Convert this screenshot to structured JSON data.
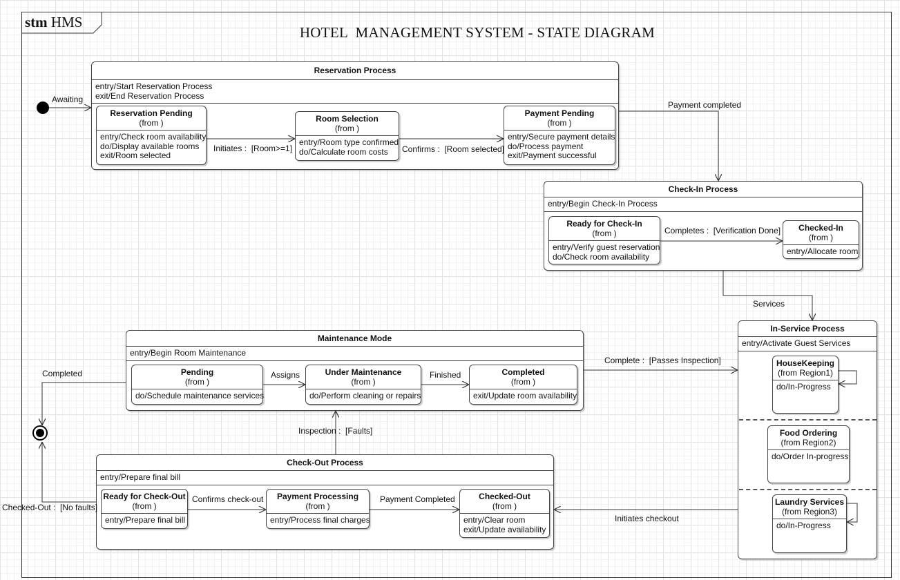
{
  "diagram": {
    "frame_keyword": "stm",
    "frame_name": "HMS",
    "title": "HOTEL  MANAGEMENT SYSTEM - STATE DIAGRAM"
  },
  "composites": {
    "reservation": {
      "title": "Reservation Process",
      "activities": "entry/Start Reservation Process\nexit/End Reservation Process"
    },
    "checkin": {
      "title": "Check-In Process",
      "activities": "entry/Begin Check-In Process"
    },
    "maintenance": {
      "title": "Maintenance Mode",
      "activities": "entry/Begin Room Maintenance"
    },
    "checkout": {
      "title": "Check-Out Process",
      "activities": "entry/Prepare final bill"
    },
    "inservice": {
      "title": "In-Service Process",
      "activities": "entry/Activate Guest Services"
    }
  },
  "states": {
    "reservation_pending": {
      "name": "Reservation Pending",
      "from": "(from )",
      "activities": "entry/Check room availability\ndo/Display available rooms\nexit/Room selected"
    },
    "room_selection": {
      "name": "Room Selection",
      "from": "(from )",
      "activities": "entry/Room type confirmed\ndo/Calculate room costs"
    },
    "payment_pending": {
      "name": "Payment Pending",
      "from": "(from )",
      "activities": "entry/Secure payment details\ndo/Process payment\nexit/Payment successful"
    },
    "ready_checkin": {
      "name": "Ready for Check-In",
      "from": "(from )",
      "activities": "entry/Verify guest reservation\ndo/Check room availability"
    },
    "checked_in": {
      "name": "Checked-In",
      "from": "(from )",
      "activities": "entry/Allocate room"
    },
    "pending": {
      "name": "Pending",
      "from": "(from )",
      "activities": "do/Schedule maintenance services"
    },
    "under_maintenance": {
      "name": "Under Maintenance",
      "from": "(from )",
      "activities": "do/Perform cleaning or repairs"
    },
    "completed": {
      "name": "Completed",
      "from": "(from )",
      "activities": "exit/Update room availability"
    },
    "ready_checkout": {
      "name": "Ready for Check-Out",
      "from": "(from )",
      "activities": "entry/Prepare final bill"
    },
    "payment_processing": {
      "name": "Payment Processing",
      "from": "(from )",
      "activities": "entry/Process final charges"
    },
    "checked_out": {
      "name": "Checked-Out",
      "from": "(from )",
      "activities": "entry/Clear room\nexit/Update availability"
    },
    "housekeeping": {
      "name": "HouseKeeping",
      "from": "(from Region1)",
      "activities": "do/In-Progress"
    },
    "food_ordering": {
      "name": "Food Ordering",
      "from": "(from Region2)",
      "activities": "do/Order In-progress"
    },
    "laundry": {
      "name": "Laundry Services",
      "from": "(from Region3)",
      "activities": "do/In-Progress"
    }
  },
  "transitions": {
    "awaiting": "Awaiting",
    "initiates": "Initiates :  [Room>=1]",
    "confirms": "Confirms :  [Room selected]",
    "payment_completed": "Payment completed",
    "completes": "Completes :  [Verification Done]",
    "services": "Services",
    "complete_inspection": "Complete :  [Passes Inspection]",
    "assigns": "Assigns",
    "finished": "Finished",
    "completed_final": "Completed",
    "inspection_faults": "Inspection :  [Faults]",
    "confirms_checkout": "Confirms check-out",
    "payment_completed2": "Payment Completed",
    "initiates_checkout": "Initiates checkout",
    "checked_out_nofaults": "Checked-Out :  [No faults]"
  }
}
